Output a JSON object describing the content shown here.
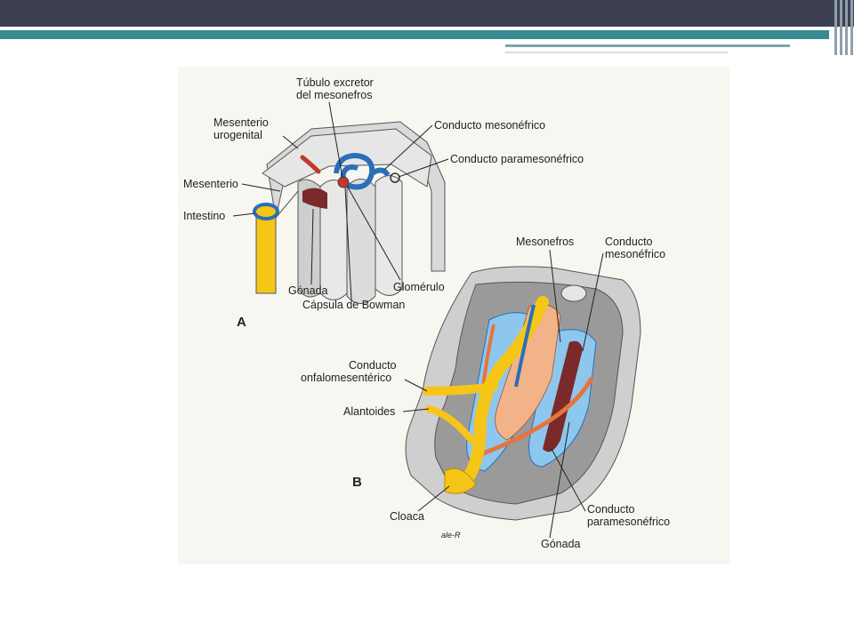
{
  "figure": {
    "panel_a": {
      "letter": "A",
      "labels": {
        "tubulo_1": "Túbulo excretor",
        "tubulo_2": "del mesonefros",
        "mesenterio_uro_1": "Mesenterio",
        "mesenterio_uro_2": "urogenital",
        "mesenterio": "Mesenterio",
        "intestino": "Intestino",
        "conducto_meso": "Conducto mesonéfrico",
        "conducto_parameso": "Conducto paramesonéfrico",
        "gonada": "Gónada",
        "glomerulo": "Glomérulo",
        "capsula": "Cápsula de Bowman"
      }
    },
    "panel_b": {
      "letter": "B",
      "labels": {
        "mesonefros": "Mesonefros",
        "conducto_meso_1": "Conducto",
        "conducto_meso_2": "mesonéfrico",
        "onfalo_1": "Conducto",
        "onfalo_2": "onfalomesentérico",
        "alantoides": "Alantoides",
        "cloaca": "Cloaca",
        "parameso_1": "Conducto",
        "parameso_2": "paramesonéfrico",
        "gonada": "Gónada"
      }
    },
    "signature": "ale-R"
  }
}
